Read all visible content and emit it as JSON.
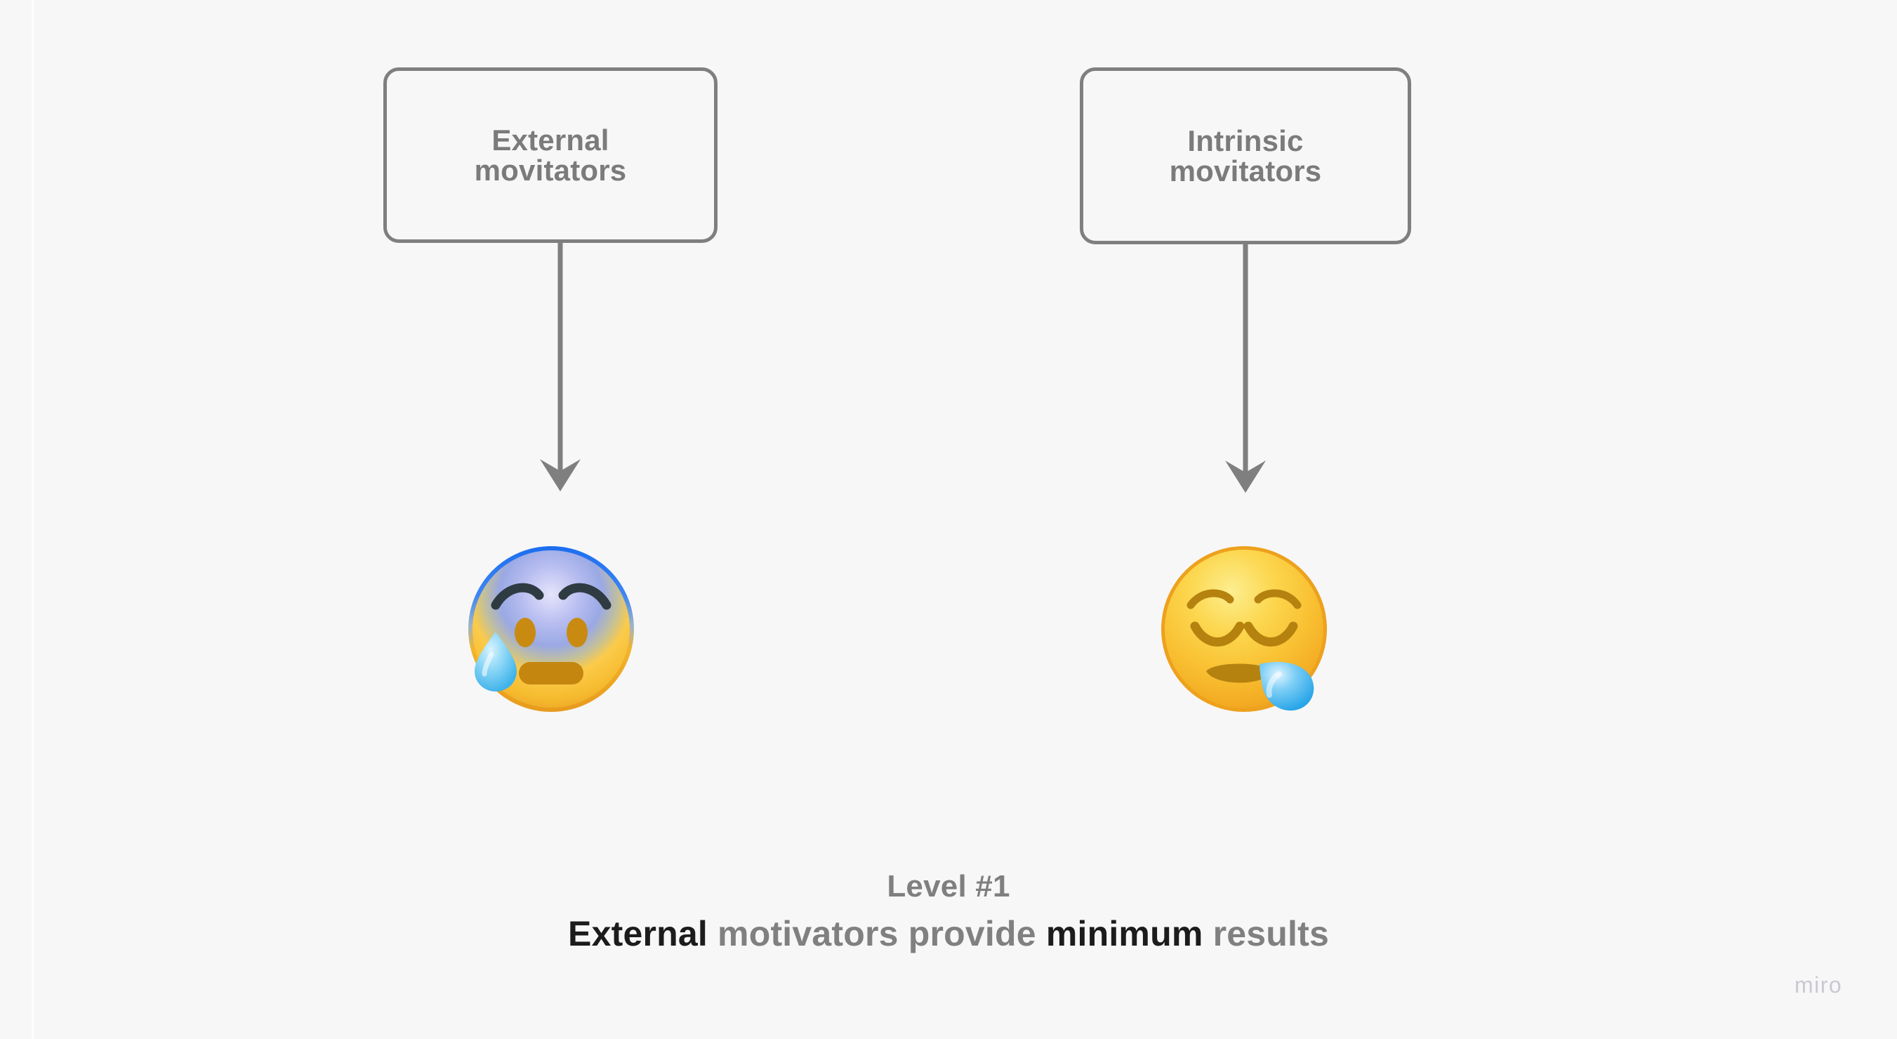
{
  "canvas": {
    "background_color": "#f7f7f7",
    "edge_line_color": "#fdfdfd"
  },
  "nodes": [
    {
      "id": "external",
      "label": "External\nmovitators",
      "line1": "External",
      "line2": "movitators",
      "border_color": "#7f7f7f",
      "text_color": "#7b7b7b"
    },
    {
      "id": "intrinsic",
      "label": "Intrinsic\nmovitators",
      "line1": "Intrinsic",
      "line2": "movitators",
      "border_color": "#7f7f7f",
      "text_color": "#7b7b7b"
    }
  ],
  "connectors": [
    {
      "id": "external-arrow",
      "direction": "down",
      "color": "#7f7f7f"
    },
    {
      "id": "intrinsic-arrow",
      "direction": "down",
      "color": "#7f7f7f"
    }
  ],
  "emojis": [
    {
      "id": "anxious-face-with-sweat",
      "name": "anxious-face-with-sweat-emoji",
      "character": "😰",
      "description": "Anxious face with sweat"
    },
    {
      "id": "sleepy-face",
      "name": "sleepy-face-emoji",
      "character": "😪",
      "description": "Sleepy face"
    }
  ],
  "caption": {
    "level": "Level #1",
    "level_color": "#7f7f7f",
    "statement_parts": [
      {
        "text": "External",
        "emphasis": "strong"
      },
      {
        "text": " motivators provide ",
        "emphasis": "soft"
      },
      {
        "text": "minimum",
        "emphasis": "strong"
      },
      {
        "text": " results",
        "emphasis": "soft"
      }
    ],
    "strong_color": "#1c1c1c",
    "soft_color": "#808080"
  },
  "watermark": {
    "text": "miro",
    "color": "#c9c9d4"
  }
}
